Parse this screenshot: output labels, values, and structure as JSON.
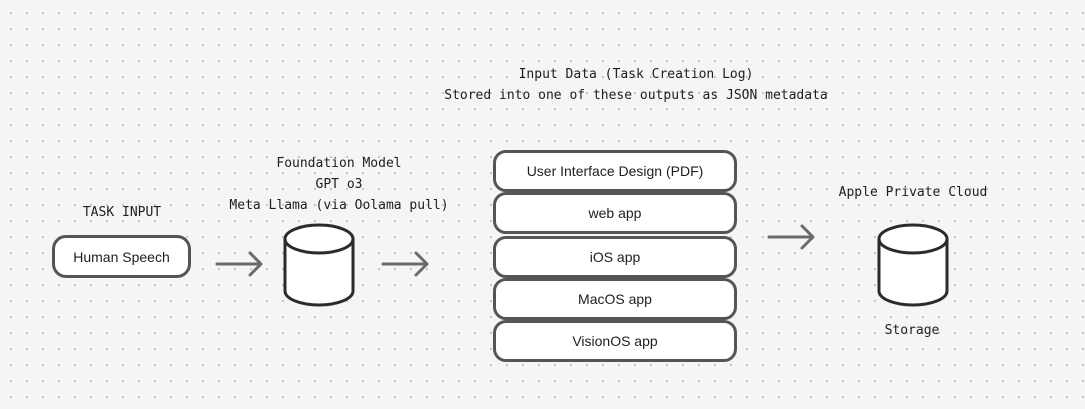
{
  "header": {
    "line1": "Input Data (Task Creation Log)",
    "line2": "Stored into one of these outputs as JSON metadata"
  },
  "task_input": {
    "label": "TASK INPUT",
    "box_text": "Human Speech"
  },
  "foundation_model": {
    "title": "Foundation Model",
    "line2": "GPT o3",
    "line3": "Meta Llama (via Oolama pull)"
  },
  "outputs": [
    "User Interface Design (PDF)",
    "web app",
    "iOS app",
    "MacOS app",
    "VisionOS app"
  ],
  "storage": {
    "title": "Apple Private Cloud",
    "label": "Storage"
  },
  "colors": {
    "box_border": "#555555",
    "arrow": "#6b6b6b",
    "cylinder_stroke": "#2b2b2b",
    "background": "#f5f5f5"
  }
}
